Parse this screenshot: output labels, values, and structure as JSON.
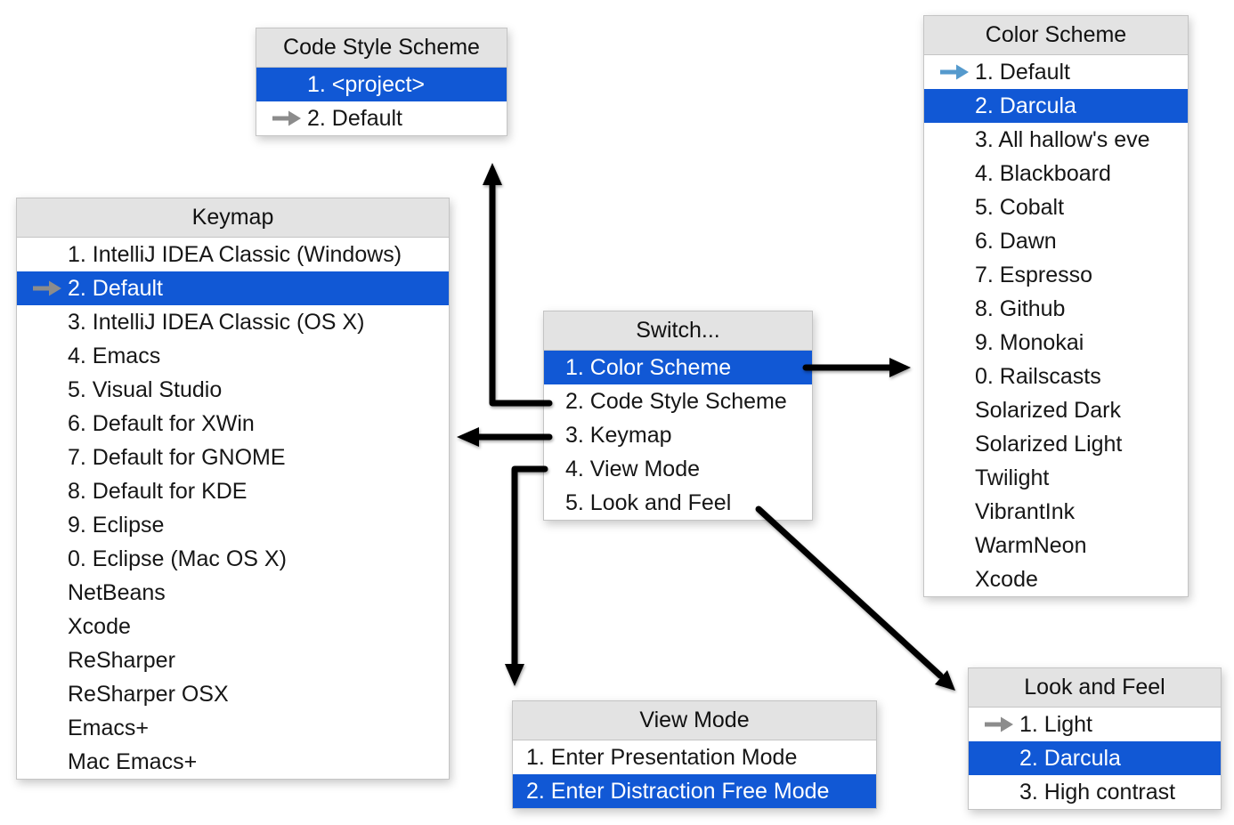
{
  "colors": {
    "highlight": "#1158d5",
    "header_bg": "#e3e3e3",
    "popup_border": "#c4c4c4",
    "text": "#161616",
    "gray_arrow": "#8c8c8c",
    "blue_arrow": "#559acd",
    "connector": "#000000"
  },
  "menus": {
    "code_style_scheme": {
      "title": "Code Style Scheme",
      "items": [
        {
          "label": "1. <project>",
          "selected": true
        },
        {
          "label": "2. Default",
          "indicator": "gray-arrow"
        }
      ]
    },
    "keymap": {
      "title": "Keymap",
      "items": [
        {
          "label": "1. IntelliJ IDEA Classic (Windows)"
        },
        {
          "label": "2. Default",
          "selected": true,
          "indicator": "gray-arrow"
        },
        {
          "label": "3. IntelliJ IDEA Classic (OS X)"
        },
        {
          "label": "4. Emacs"
        },
        {
          "label": "5. Visual Studio"
        },
        {
          "label": "6. Default for XWin"
        },
        {
          "label": "7. Default for GNOME"
        },
        {
          "label": "8. Default for KDE"
        },
        {
          "label": "9. Eclipse"
        },
        {
          "label": "0. Eclipse (Mac OS X)"
        },
        {
          "label": "NetBeans"
        },
        {
          "label": "Xcode"
        },
        {
          "label": "ReSharper"
        },
        {
          "label": "ReSharper OSX"
        },
        {
          "label": "Emacs+"
        },
        {
          "label": "Mac Emacs+"
        }
      ]
    },
    "switch": {
      "title": "Switch...",
      "items": [
        {
          "label": "1. Color Scheme",
          "selected": true
        },
        {
          "label": "2. Code Style Scheme"
        },
        {
          "label": "3. Keymap"
        },
        {
          "label": "4. View Mode"
        },
        {
          "label": "5. Look and Feel"
        }
      ]
    },
    "color_scheme": {
      "title": "Color Scheme",
      "items": [
        {
          "label": "1. Default",
          "indicator": "blue-arrow"
        },
        {
          "label": "2. Darcula",
          "selected": true
        },
        {
          "label": "3. All hallow's eve"
        },
        {
          "label": "4. Blackboard"
        },
        {
          "label": "5. Cobalt"
        },
        {
          "label": "6. Dawn"
        },
        {
          "label": "7. Espresso"
        },
        {
          "label": "8. Github"
        },
        {
          "label": "9. Monokai"
        },
        {
          "label": "0. Railscasts"
        },
        {
          "label": "Solarized Dark"
        },
        {
          "label": "Solarized Light"
        },
        {
          "label": "Twilight"
        },
        {
          "label": "VibrantInk"
        },
        {
          "label": "WarmNeon"
        },
        {
          "label": "Xcode"
        }
      ]
    },
    "view_mode": {
      "title": "View Mode",
      "items": [
        {
          "label": "1. Enter Presentation Mode"
        },
        {
          "label": "2. Enter Distraction Free Mode",
          "selected": true
        }
      ]
    },
    "look_and_feel": {
      "title": "Look and Feel",
      "items": [
        {
          "label": "1. Light",
          "indicator": "gray-arrow"
        },
        {
          "label": "2. Darcula",
          "selected": true
        },
        {
          "label": "3. High contrast"
        }
      ]
    }
  },
  "arrows": [
    {
      "from": "Switch... / 1. Color Scheme",
      "to": "Color Scheme"
    },
    {
      "from": "Switch... / 2. Code Style Scheme",
      "to": "Code Style Scheme"
    },
    {
      "from": "Switch... / 3. Keymap",
      "to": "Keymap"
    },
    {
      "from": "Switch... / 4. View Mode",
      "to": "View Mode"
    },
    {
      "from": "Switch... / 5. Look and Feel",
      "to": "Look and Feel"
    }
  ]
}
